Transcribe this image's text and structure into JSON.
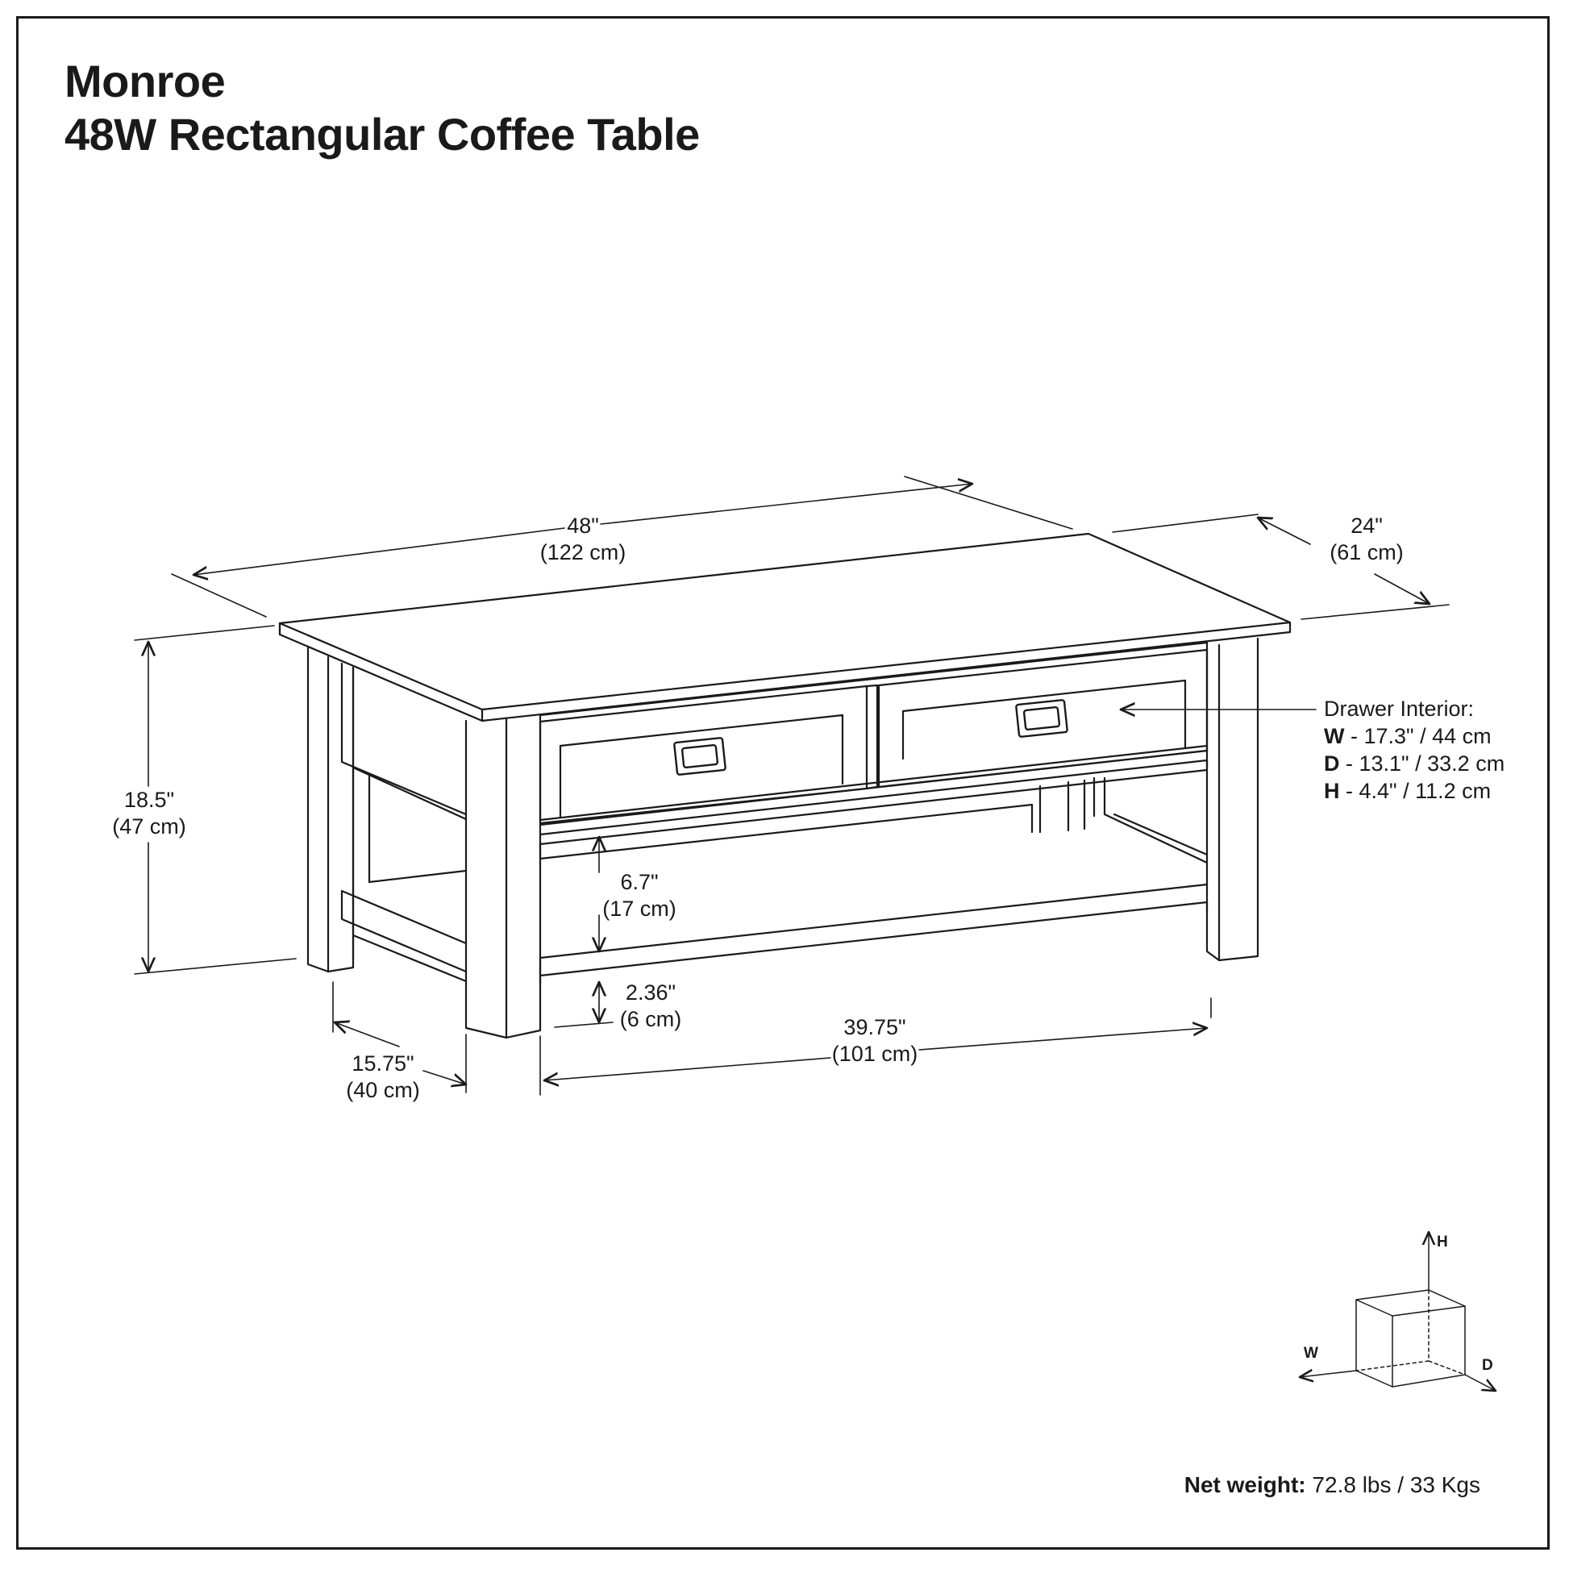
{
  "title": {
    "line1": "Monroe",
    "line2": "48W Rectangular Coffee Table"
  },
  "dimensions": {
    "width": {
      "imperial": "48\"",
      "metric": "(122 cm)"
    },
    "depth": {
      "imperial": "24\"",
      "metric": "(61 cm)"
    },
    "height": {
      "imperial": "18.5\"",
      "metric": "(47 cm)"
    },
    "shelf_gap": {
      "imperial": "6.7\"",
      "metric": "(17 cm)"
    },
    "shelf_clearance": {
      "imperial": "2.36\"",
      "metric": "(6 cm)"
    },
    "inner_width": {
      "imperial": "39.75\"",
      "metric": "(101 cm)"
    },
    "inner_depth": {
      "imperial": "15.75\"",
      "metric": "(40 cm)"
    }
  },
  "drawer_interior": {
    "heading": "Drawer Interior:",
    "rows": [
      {
        "key": "W",
        "sep": " - ",
        "value": "17.3\" / 44 cm"
      },
      {
        "key": "D",
        "sep": " - ",
        "value": "13.1\" / 33.2 cm"
      },
      {
        "key": "H",
        "sep": " - ",
        "value": "4.4\" / 11.2 cm"
      }
    ]
  },
  "axes": {
    "h": "H",
    "w": "W",
    "d": "D"
  },
  "net_weight": {
    "label": "Net weight:",
    "value": " 72.8 lbs / 33 Kgs"
  },
  "colors": {
    "line": "#1a1a1a",
    "background": "#ffffff"
  }
}
